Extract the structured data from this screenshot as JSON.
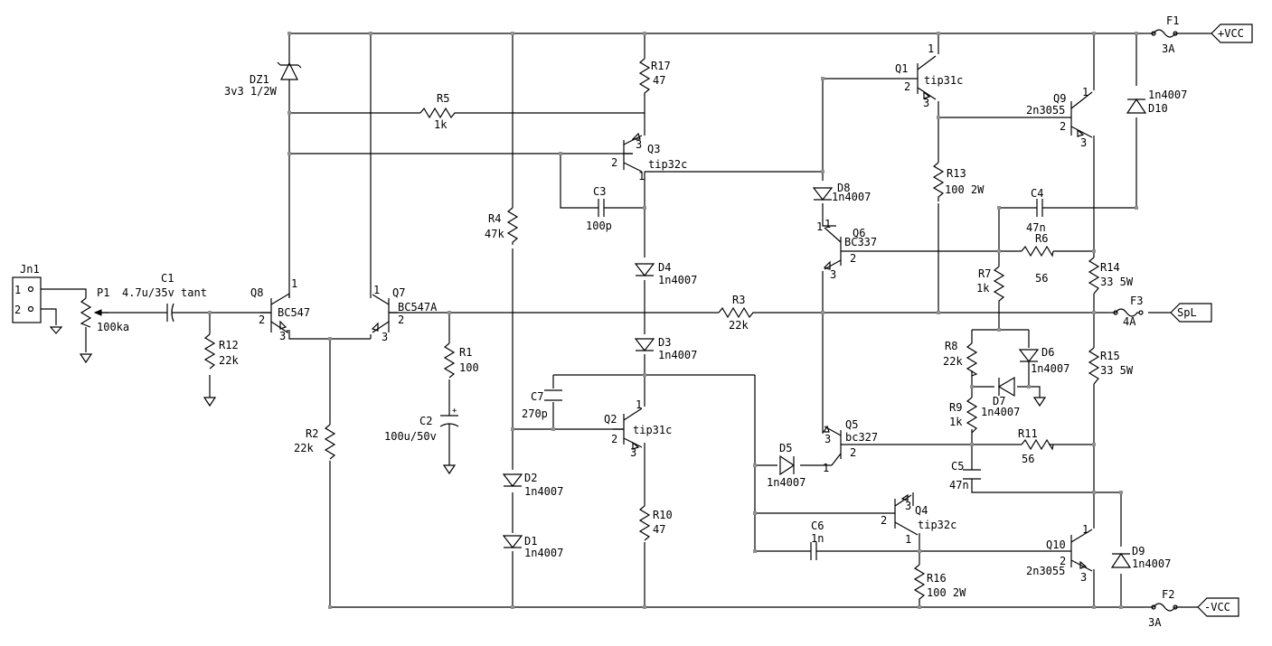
{
  "power": {
    "vcc_pos": "+VCC",
    "vcc_neg": "-VCC",
    "out": "SpL"
  },
  "connector": {
    "ref": "Jn1",
    "pin1": "1",
    "pin2": "2"
  },
  "labels": {
    "P1": "P1",
    "P1v": "100ka",
    "C1": "C1",
    "C1v": "4.7u/35v tant",
    "R12": "R12",
    "R12v": "22k",
    "Q8": "Q8",
    "Q8v": "BC547",
    "Q7": "Q7",
    "Q7v": "BC547A",
    "DZ1": "DZ1",
    "DZ1v": "3v3 1/2W",
    "R5": "R5",
    "R5v": "1k",
    "R2": "R2",
    "R2v": "22k",
    "R1": "R1",
    "R1v": "100",
    "C2": "C2",
    "C2v": "100u/50v",
    "R4": "R4",
    "R4v": "47k",
    "D2": "D2",
    "D2v": "1n4007",
    "D1": "D1",
    "D1v": "1n4007",
    "R17": "R17",
    "R17v": "47",
    "Q3": "Q3",
    "Q3v": "tip32c",
    "C3": "C3",
    "C3v": "100p",
    "D4": "D4",
    "D4v": "1n4007",
    "D3": "D3",
    "D3v": "1n4007",
    "R3": "R3",
    "R3v": "22k",
    "C7": "C7",
    "C7v": "270p",
    "Q2": "Q2",
    "Q2v": "tip31c",
    "R10": "R10",
    "R10v": "47",
    "Q1": "Q1",
    "Q1v": "tip31c",
    "D8": "D8",
    "D8v": "1n4007",
    "Q6": "Q6",
    "Q6v": "BC337",
    "D5": "D5",
    "D5v": "1n4007",
    "Q5": "Q5",
    "Q5v": "bc327",
    "C6": "C6",
    "C6v": "1n",
    "Q4": "Q4",
    "Q4v": "tip32c",
    "R16": "R16",
    "R16v": "100 2W",
    "R13": "R13",
    "R13v": "100 2W",
    "C4": "C4",
    "C4v": "47n",
    "R7": "R7",
    "R7v": "1k",
    "R6": "R6",
    "R6v": "56",
    "R8": "R8",
    "R8v": "22k",
    "D6": "D6",
    "D6v": "1n4007",
    "D7": "D7",
    "D7v": "1n4007",
    "R9": "R9",
    "R9v": "1k",
    "R11": "R11",
    "R11v": "56",
    "C5": "C5",
    "C5v": "47n",
    "Q9": "Q9",
    "Q9v": "2n3055",
    "Q10": "Q10",
    "Q10v": "2n3055",
    "D10": "D10",
    "D10v": "1n4007",
    "D9": "D9",
    "D9v": "1n4007",
    "R14": "R14",
    "R14v": "33 5W",
    "R15": "R15",
    "R15v": "33 5W",
    "F1": "F1",
    "F1v": "3A",
    "F2": "F2",
    "F2v": "3A",
    "F3": "F3",
    "F3v": "4A"
  },
  "pins": {
    "one": "1",
    "two": "2",
    "three": "3"
  }
}
